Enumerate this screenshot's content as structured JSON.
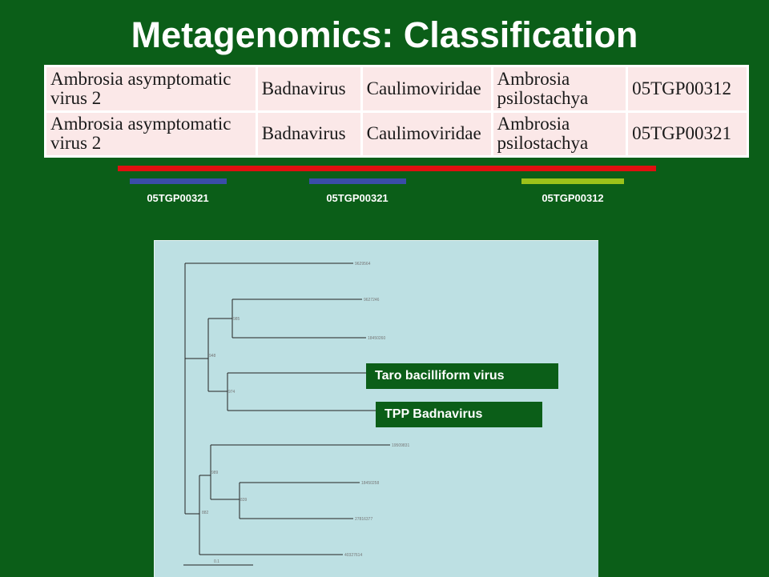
{
  "title": "Metagenomics: Classification",
  "table": {
    "rows": [
      [
        "Ambrosia asymptomatic virus 2",
        "Badnavirus",
        "Caulimoviridae",
        "Ambrosia psilostachya",
        "05TGP00312"
      ],
      [
        "Ambrosia asymptomatic virus 2",
        "Badnavirus",
        "Caulimoviridae",
        "Ambrosia psilostachya",
        "05TGP00321"
      ]
    ]
  },
  "bars": {
    "full_color": "#e01010",
    "segments": [
      {
        "label": "05TGP00321",
        "color": "#3a4da8"
      },
      {
        "label": "05TGP00321",
        "color": "#3a4da8"
      },
      {
        "label": "05TGP00312",
        "color": "#9cc21a"
      }
    ]
  },
  "tree": {
    "leaves": [
      "9629564",
      "9627246",
      "18450260",
      "19509831",
      "18450258",
      "27816377",
      "40327614"
    ],
    "node_labels": [
      "985",
      "948",
      "974",
      "989",
      "839",
      "882"
    ],
    "scale_label": "0.1"
  },
  "callouts": {
    "taro": "Taro bacilliform virus",
    "tpp": "TPP Badnavirus"
  }
}
